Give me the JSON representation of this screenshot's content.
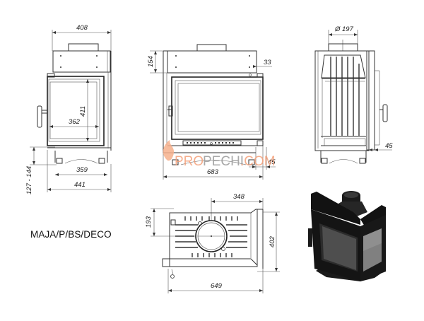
{
  "model_label": "MAJA/P/BS/DECO",
  "watermark": {
    "text_left": "PRO",
    "text_mid": "PECHI",
    "text_right": ".COM",
    "color_orange": "#f4a07a",
    "color_gray": "#9a9a9a"
  },
  "views": {
    "front_left": {
      "dims": {
        "top_width": "408",
        "door_height": "411",
        "door_width": "362",
        "leg_span": "359",
        "base_width": "441",
        "leg_height": "127 - 144"
      }
    },
    "front_main": {
      "dims": {
        "top_height": "154",
        "offset_right": "33",
        "right_offset_bottom": "45",
        "total_width": "683"
      }
    },
    "side": {
      "dims": {
        "flue_diameter": "Ø 197",
        "right_offset": "45"
      }
    },
    "top": {
      "dims": {
        "flue_offset_x": "348",
        "flue_offset_y": "193",
        "depth": "402",
        "width": "649"
      }
    },
    "render_3d": {
      "label": "3D render of fireplace insert"
    }
  },
  "colors": {
    "line": "#333333",
    "body_dark": "#151515",
    "glass": "#8f8f8f"
  }
}
